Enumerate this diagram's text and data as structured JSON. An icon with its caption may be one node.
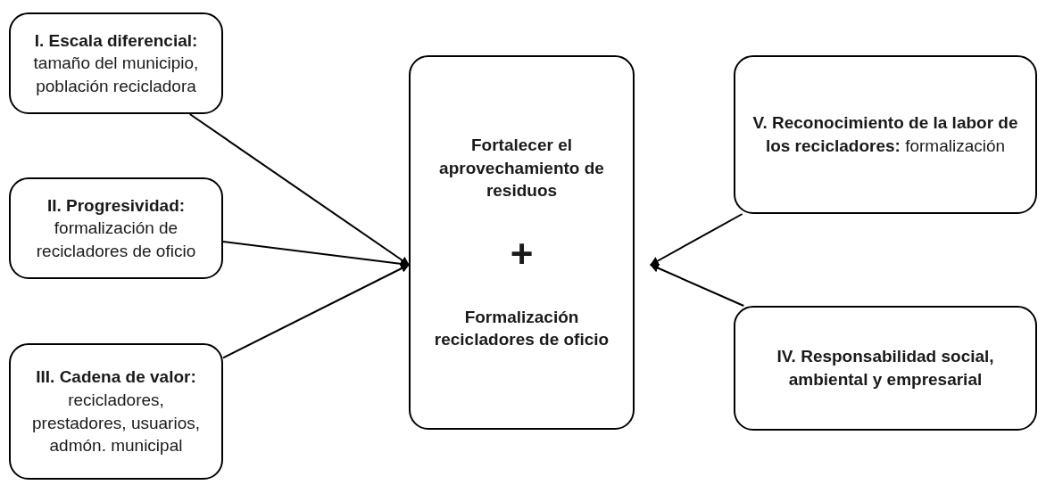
{
  "diagram": {
    "nodes": [
      {
        "text": [
          "**I. Escala diferencial:** tamaño del municipio, población recicladora"
        ]
      },
      {
        "text": [
          "**II. Progresividad:** formalización de recicladores de oficio"
        ]
      },
      {
        "text": [
          "**III. Cadena de valor:** recicladores, prestadores, usuarios, admón. municipal"
        ]
      },
      {
        "text": [
          "Fortalecer el aprovechamiento de residuos",
          "+",
          "Formalización recicladores de oficio"
        ]
      },
      {
        "text": [
          "**V. Reconocimiento de la labor de los recicladores:** formalización"
        ]
      },
      {
        "text": [
          "IV. Responsabilidad social, ambiental y empresarial"
        ]
      }
    ],
    "edges": [
      {
        "from": 0,
        "to": 3,
        "arrow": "to"
      },
      {
        "from": 1,
        "to": 3,
        "arrow": "to"
      },
      {
        "from": 2,
        "to": 3,
        "arrow": "to"
      },
      {
        "from": 4,
        "to": 3,
        "arrow": "to"
      },
      {
        "from": 5,
        "to": 3,
        "arrow": "to"
      }
    ]
  }
}
